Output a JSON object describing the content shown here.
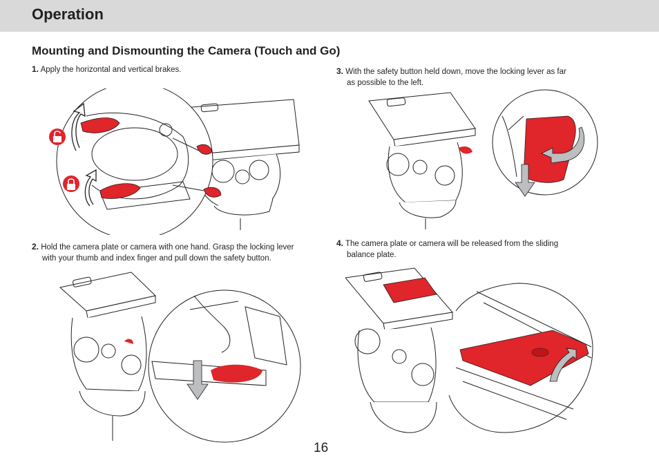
{
  "header": {
    "title": "Operation"
  },
  "section": {
    "title": "Mounting and Dismounting the Camera (Touch and Go)"
  },
  "steps": [
    {
      "number": "1.",
      "text": "Apply the horizontal and vertical brakes."
    },
    {
      "number": "2.",
      "text": "Hold the camera plate or camera with one hand. Grasp the locking lever with your thumb and index finger and pull down the safety button."
    },
    {
      "number": "3.",
      "text": "With the safety button held down, move the locking lever as far as possible to the left."
    },
    {
      "number": "4.",
      "text": "The camera plate or camera will be released from the sliding balance plate."
    }
  ],
  "footer": {
    "page_number": "16"
  },
  "colors": {
    "accent_red": "#e0252b",
    "header_gray": "#d9d9d9",
    "line": "#231f20"
  },
  "icons": [
    "unlocked-padlock-icon",
    "locked-padlock-icon",
    "rotate-arrow-icon",
    "down-arrow-icon",
    "up-arrow-icon"
  ]
}
